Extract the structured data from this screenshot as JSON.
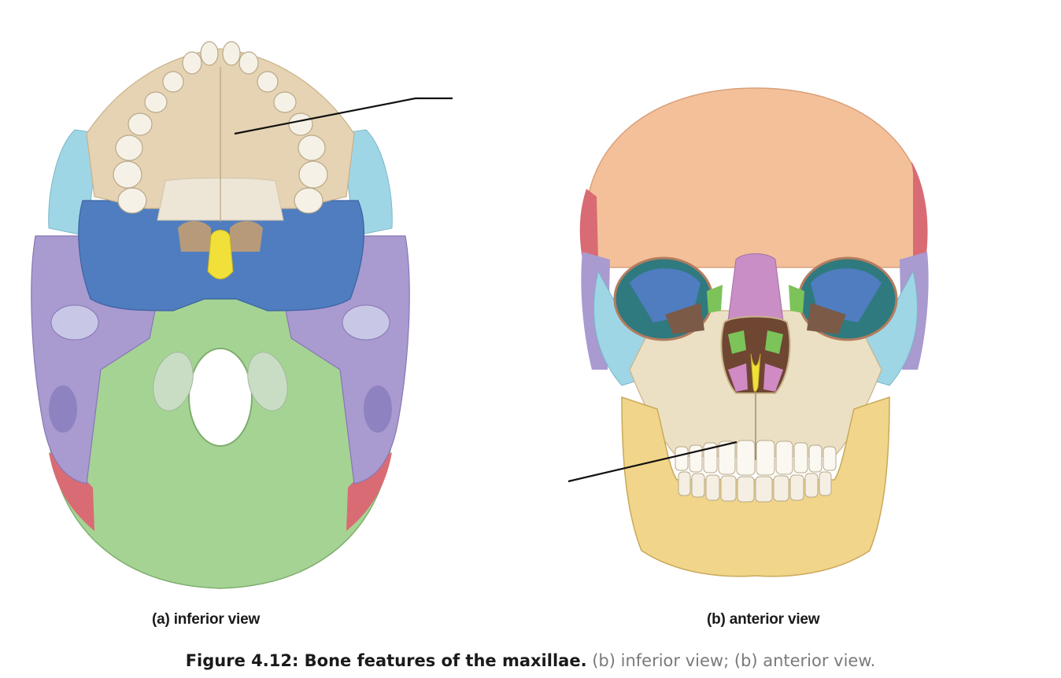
{
  "figure": {
    "panels": [
      {
        "id": "a",
        "label": "(a) inferior view"
      },
      {
        "id": "b",
        "label": "(b) anterior view"
      }
    ],
    "caption_bold": "Figure 4.12: Bone features of the maxillae.",
    "caption_rest": " (b) inferior view; (b) anterior view."
  },
  "colors": {
    "maxilla": "#e6d3b3",
    "palatine": "#ede6d6",
    "sphenoid": "#4f7dc0",
    "temporal": "#a99ad0",
    "occipital": "#9fcf8e",
    "zygomatic": "#9fd6e6",
    "frontal": "#f3c09a",
    "parietal": "#d96b74",
    "nasal": "#c98ec6",
    "vomer": "#f2e03a",
    "mandible": "#f1d58a",
    "ethmoid": "#7cc35a",
    "teeth": "#f6f1e6",
    "leader_line": "#111111"
  }
}
